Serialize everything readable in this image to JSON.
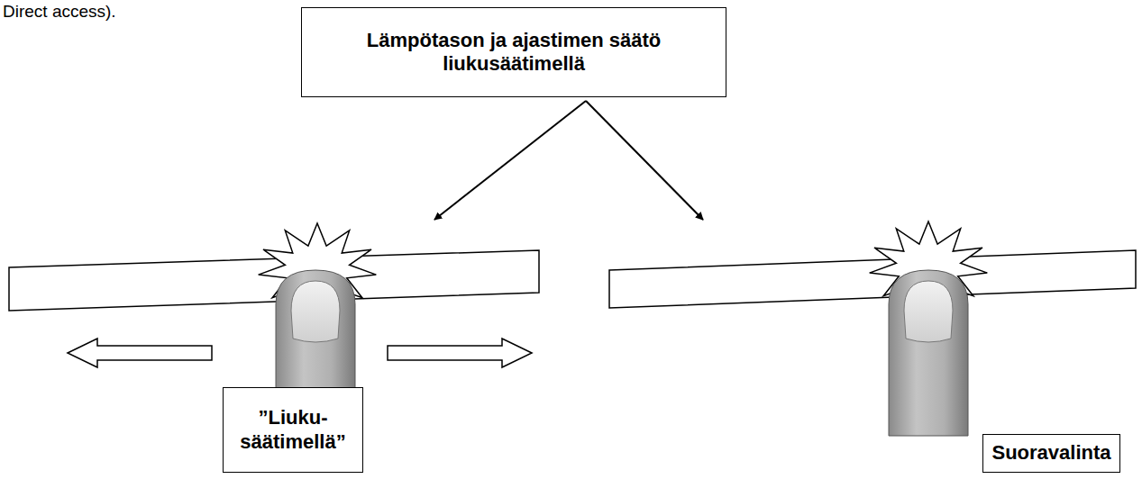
{
  "diagram": {
    "nodes": [
      {
        "text": [
          "Lämpötason ja ajastimen säätö liukusäätimellä"
        ]
      },
      {
        "text": [
          "”Liuku- säätimellä”"
        ]
      },
      {
        "text": [
          "Suoravalinta"
        ]
      }
    ],
    "labels": [
      "Direct access)."
    ]
  }
}
